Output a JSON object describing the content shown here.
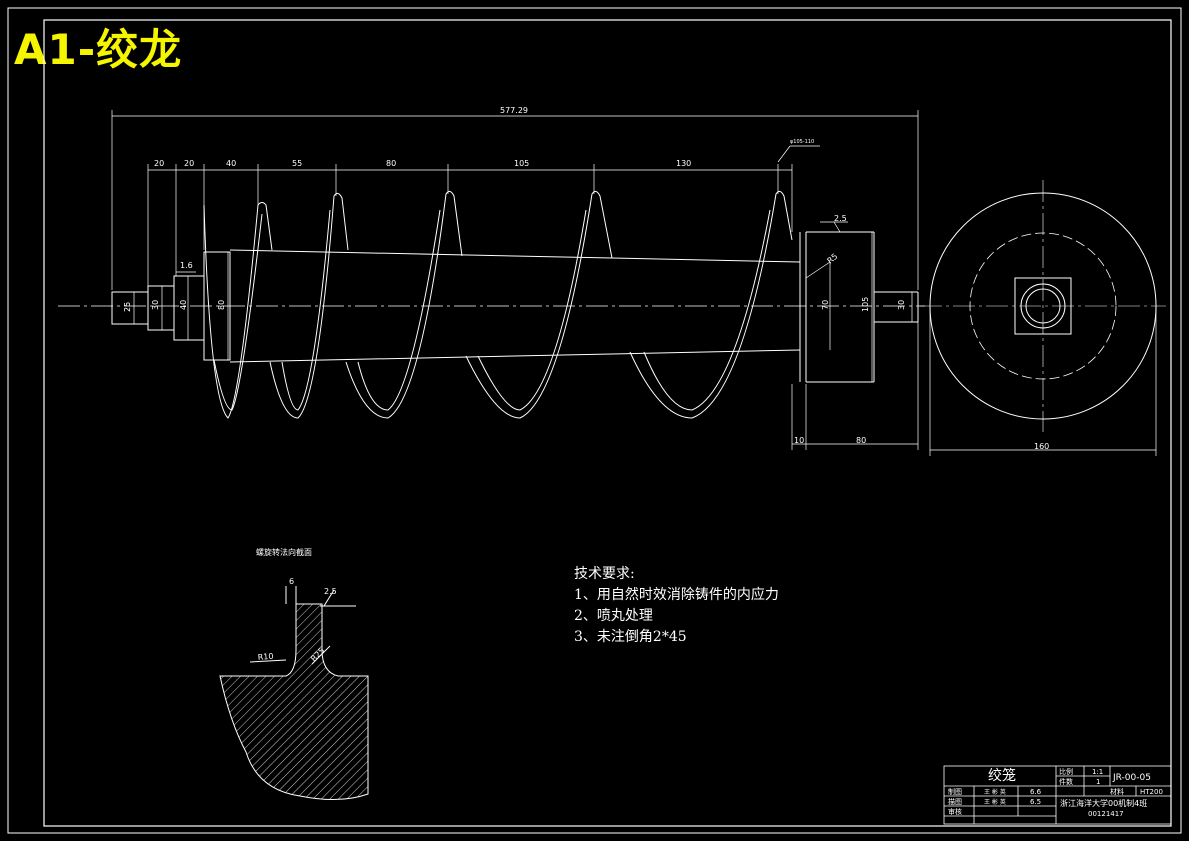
{
  "header_title": "A1-绞龙",
  "dims": {
    "overall": "577.29",
    "d20a": "20",
    "d20b": "20",
    "d40": "40",
    "d55": "55",
    "d80": "80",
    "d105": "105",
    "d130": "130",
    "phi": "φ105-110",
    "d10": "10",
    "d80b": "80",
    "d160": "160",
    "v25": "25",
    "v30a": "30",
    "v40": "40",
    "v80": "80",
    "v70": "70",
    "v105": "105",
    "v30b": "30",
    "r16": "1.6",
    "r25": "2.5",
    "r5": "R5"
  },
  "section": {
    "title": "螺旋转法向截面",
    "dim6": "6",
    "rough": "2.5",
    "r10": "R10",
    "r25": "R25"
  },
  "requirements": {
    "heading": "技术要求:",
    "items": [
      "1、用自然时效消除铸件的内应力",
      "2、喷丸处理",
      "3、未注倒角2*45"
    ]
  },
  "titleblock": {
    "name": "绞笼",
    "scale_label": "比例",
    "scale": "1:1",
    "qty_label": "件数",
    "qty": "1",
    "code": "JR-00-05",
    "material_label": "材料",
    "material": "HT200",
    "drawn": "制图",
    "drawn_name": "王 彬 英",
    "drawn_date": "6.6",
    "traced": "描图",
    "traced_name": "王 彬 英",
    "traced_date": "6.5",
    "checked": "审核",
    "school": "浙江海洋大学00机制4班",
    "student_id": "00121417"
  },
  "colors": {
    "background": "#000000",
    "lines": "#ffffff",
    "title": "#f5f500"
  }
}
